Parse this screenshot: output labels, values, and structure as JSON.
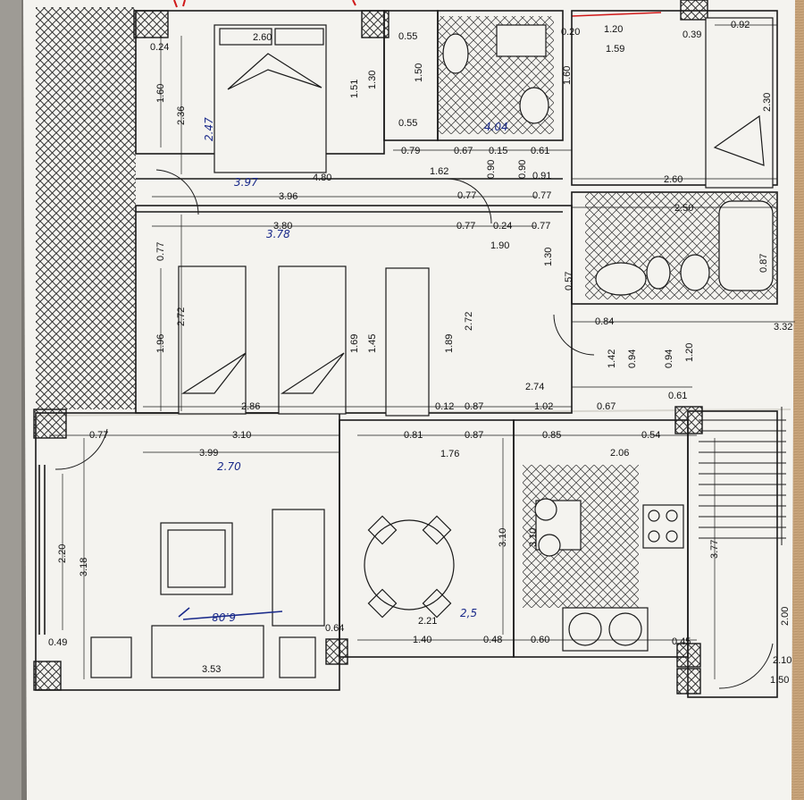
{
  "photo": {
    "subject": "floor-plan-sheet",
    "colors": {
      "paper": "#f4f3ef",
      "ink": "#1a1a1a",
      "pen_blue": "#1a2a8a",
      "pen_red": "#d01818",
      "surface": "#7a7772",
      "cardboard": "#c9a57c"
    }
  },
  "labels": {
    "d_2_60_top": "2.60",
    "d_1_20": "1.20",
    "d_0_92": "0.92",
    "d_0_39": "0.39",
    "d_1_59": "1.59",
    "d_0_55a": "0.55",
    "d_0_55b": "0.55",
    "d_0_20": "0.20",
    "d_0_24": "0.24",
    "d_4_80": "4.80",
    "d_3_96": "3.96",
    "d_3_80": "3.80",
    "d_1_62": "1.62",
    "d_0_79": "0.79",
    "d_0_67a": "0.67",
    "d_0_15": "0.15",
    "d_0_61a": "0.61",
    "d_0_91": "0.91",
    "d_0_77a": "0.77",
    "d_0_77b": "0.77",
    "d_0_77c": "0.77",
    "d_0_24b": "0.24",
    "d_0_77d": "0.77",
    "d_1_90": "1.90",
    "d_2_60b": "2.60",
    "d_2_50": "2.50",
    "d_0_84": "0.84",
    "d_3_32": "3.32",
    "d_2_74": "2.74",
    "d_2_86": "2.86",
    "d_0_12": "0.12",
    "d_0_87a": "0.87",
    "d_1_02": "1.02",
    "d_0_67b": "0.67",
    "d_0_61b": "0.61",
    "d_0_77e": "0.77",
    "d_3_10a": "3.10",
    "d_0_81": "0.81",
    "d_0_87b": "0.87",
    "d_0_85": "0.85",
    "d_0_54": "0.54",
    "d_3_99": "3.99",
    "d_1_76": "1.76",
    "d_2_06": "2.06",
    "d_2_21": "2.21",
    "d_1_40": "1.40",
    "d_0_48": "0.48",
    "d_0_60": "0.60",
    "d_3_53": "3.53",
    "d_0_64": "0.64",
    "d_0_49": "0.49",
    "d_0_45": "0.45",
    "v_1_60": "1.60",
    "v_2_36": "2.36",
    "v_1_51": "1.51",
    "v_1_30a": "1.30",
    "v_1_50": "1.50",
    "v_1_60b": "1.60",
    "v_2_30": "2.30",
    "v_0_77": "0.77",
    "v_1_96": "1.96",
    "v_2_72a": "2.72",
    "v_1_69": "1.69",
    "v_1_45": "1.45",
    "v_1_89": "1.89",
    "v_2_72b": "2.72",
    "v_1_30b": "1.30",
    "v_0_57": "0.57",
    "v_0_87": "0.87",
    "v_0_94a": "0.94",
    "v_0_94b": "0.94",
    "v_1_20": "1.20",
    "v_1_42": "1.42",
    "v_0_90a": "0.90",
    "v_0_90b": "0.90",
    "v_2_20": "2.20",
    "v_3_18": "3.18",
    "v_3_10": "3.10",
    "v_3_10b": "3.10",
    "v_3_77": "3.77",
    "v_2_00": "2.00",
    "d_2_10": "2.10",
    "d_1_50": "1.50",
    "h_3_97": "3.97",
    "h_3_78": "3.78",
    "h_2_70": "2.70",
    "h_6_08": "6.08",
    "h_2_5": "2,5",
    "h_2_47": "2.47",
    "h_4_04": "4.04"
  }
}
